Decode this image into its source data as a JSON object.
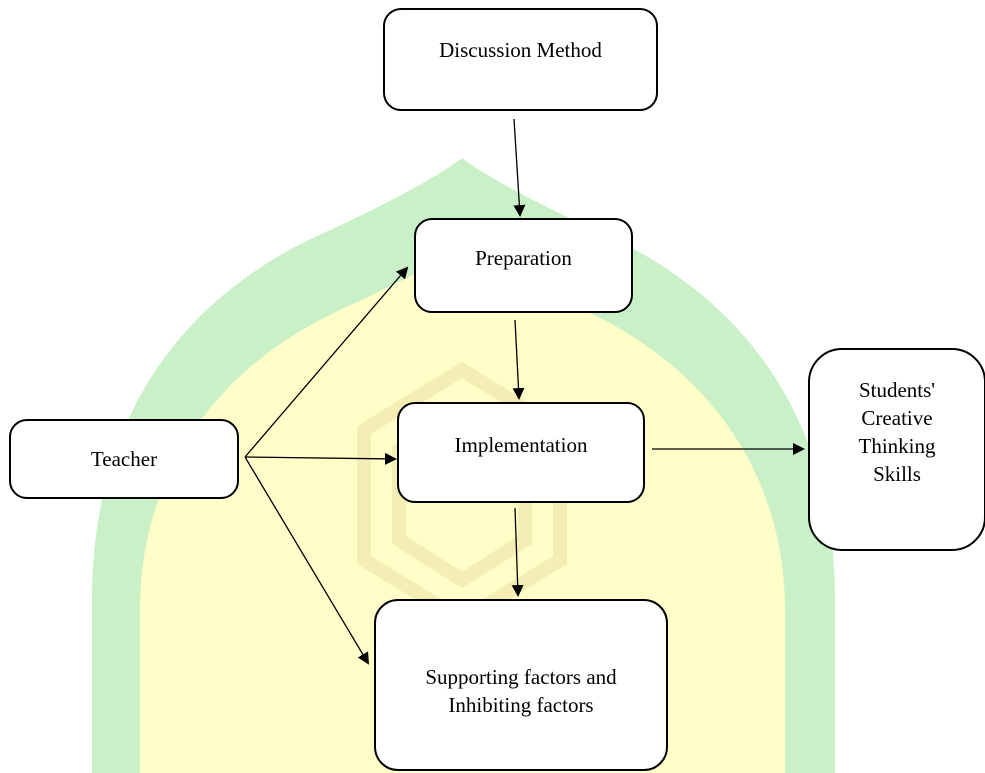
{
  "diagram": {
    "nodes": {
      "discussion_method": "Discussion Method",
      "preparation": "Preparation",
      "implementation": "Implementation",
      "teacher": "Teacher",
      "factors": "Supporting factors and Inhibiting factors",
      "outcome": "Students' Creative Thinking Skills"
    },
    "edges": [
      {
        "from": "Discussion Method",
        "to": "Preparation"
      },
      {
        "from": "Preparation",
        "to": "Implementation"
      },
      {
        "from": "Implementation",
        "to": "Supporting factors and Inhibiting factors"
      },
      {
        "from": "Teacher",
        "to": "Preparation"
      },
      {
        "from": "Teacher",
        "to": "Implementation"
      },
      {
        "from": "Teacher",
        "to": "Supporting factors and Inhibiting factors"
      },
      {
        "from": "Implementation",
        "to": "Students' Creative Thinking Skills"
      }
    ]
  },
  "watermark": {
    "outer_color": "#c9f0c7",
    "inner_color": "#fffdc8",
    "emblem_color": "#f3edb2"
  }
}
